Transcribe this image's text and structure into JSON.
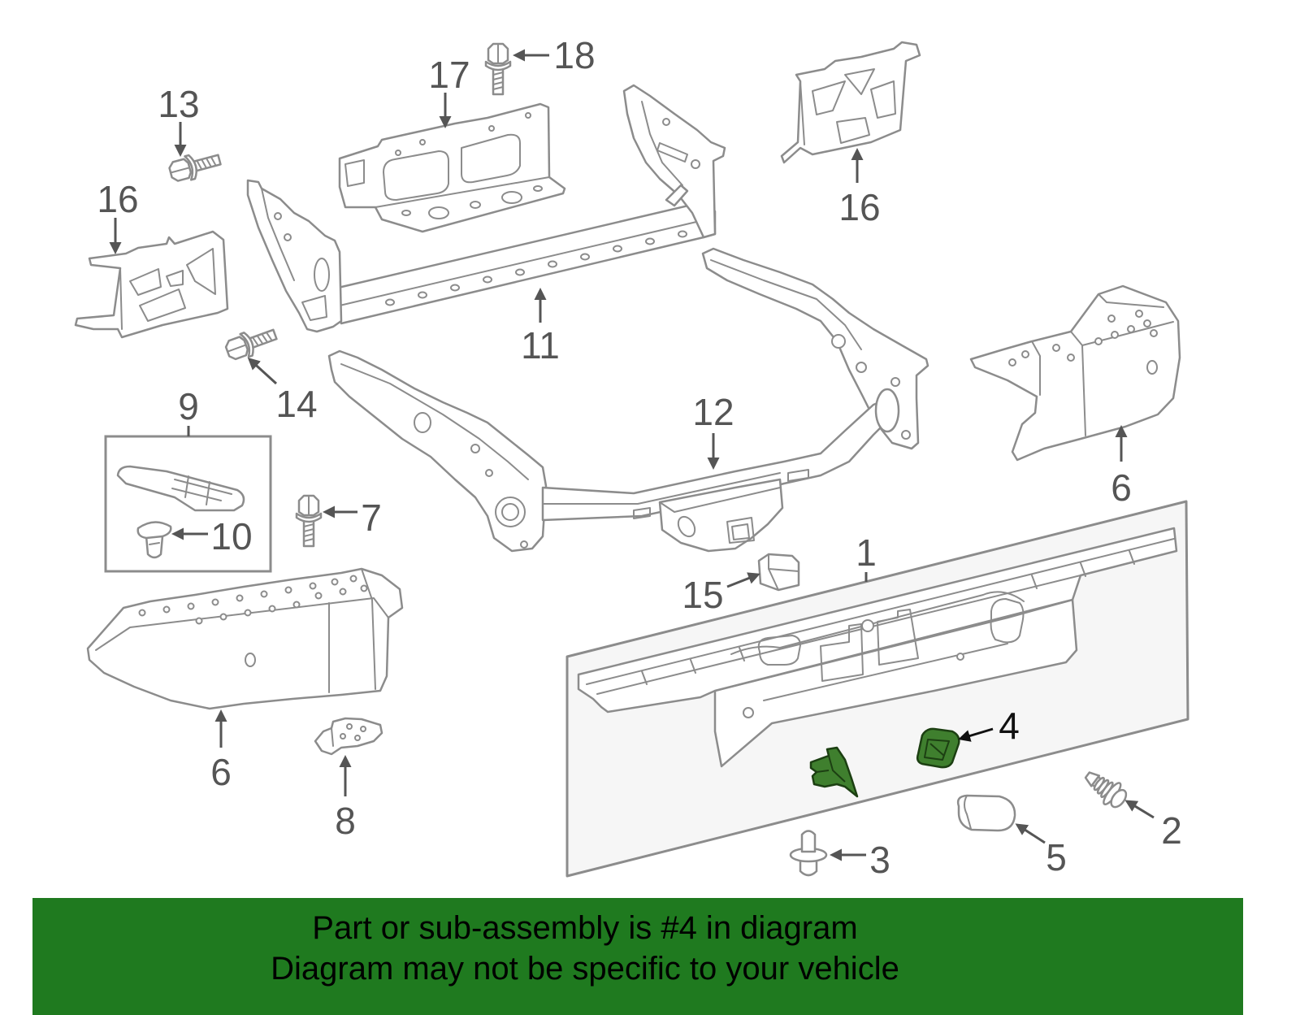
{
  "callouts": {
    "part_1": "1",
    "part_2": "2",
    "part_3": "3",
    "part_4": "4",
    "part_5": "5",
    "part_6_left": "6",
    "part_6_right": "6",
    "part_7": "7",
    "part_8": "8",
    "part_9": "9",
    "part_10": "10",
    "part_11": "11",
    "part_12": "12",
    "part_13": "13",
    "part_14": "14",
    "part_15": "15",
    "part_16_left": "16",
    "part_16_right": "16",
    "part_17": "17",
    "part_18": "18"
  },
  "banner": {
    "line1": "Part or sub-assembly is #4 in diagram",
    "line2": "Diagram may not be specific to your vehicle"
  },
  "colors": {
    "banner_background": "#1f7a1f",
    "highlight_fill": "#3f7f2e",
    "highlight_outline": "#1c3f12",
    "line_art": "#8c8c8c",
    "callout_text": "#555555"
  }
}
